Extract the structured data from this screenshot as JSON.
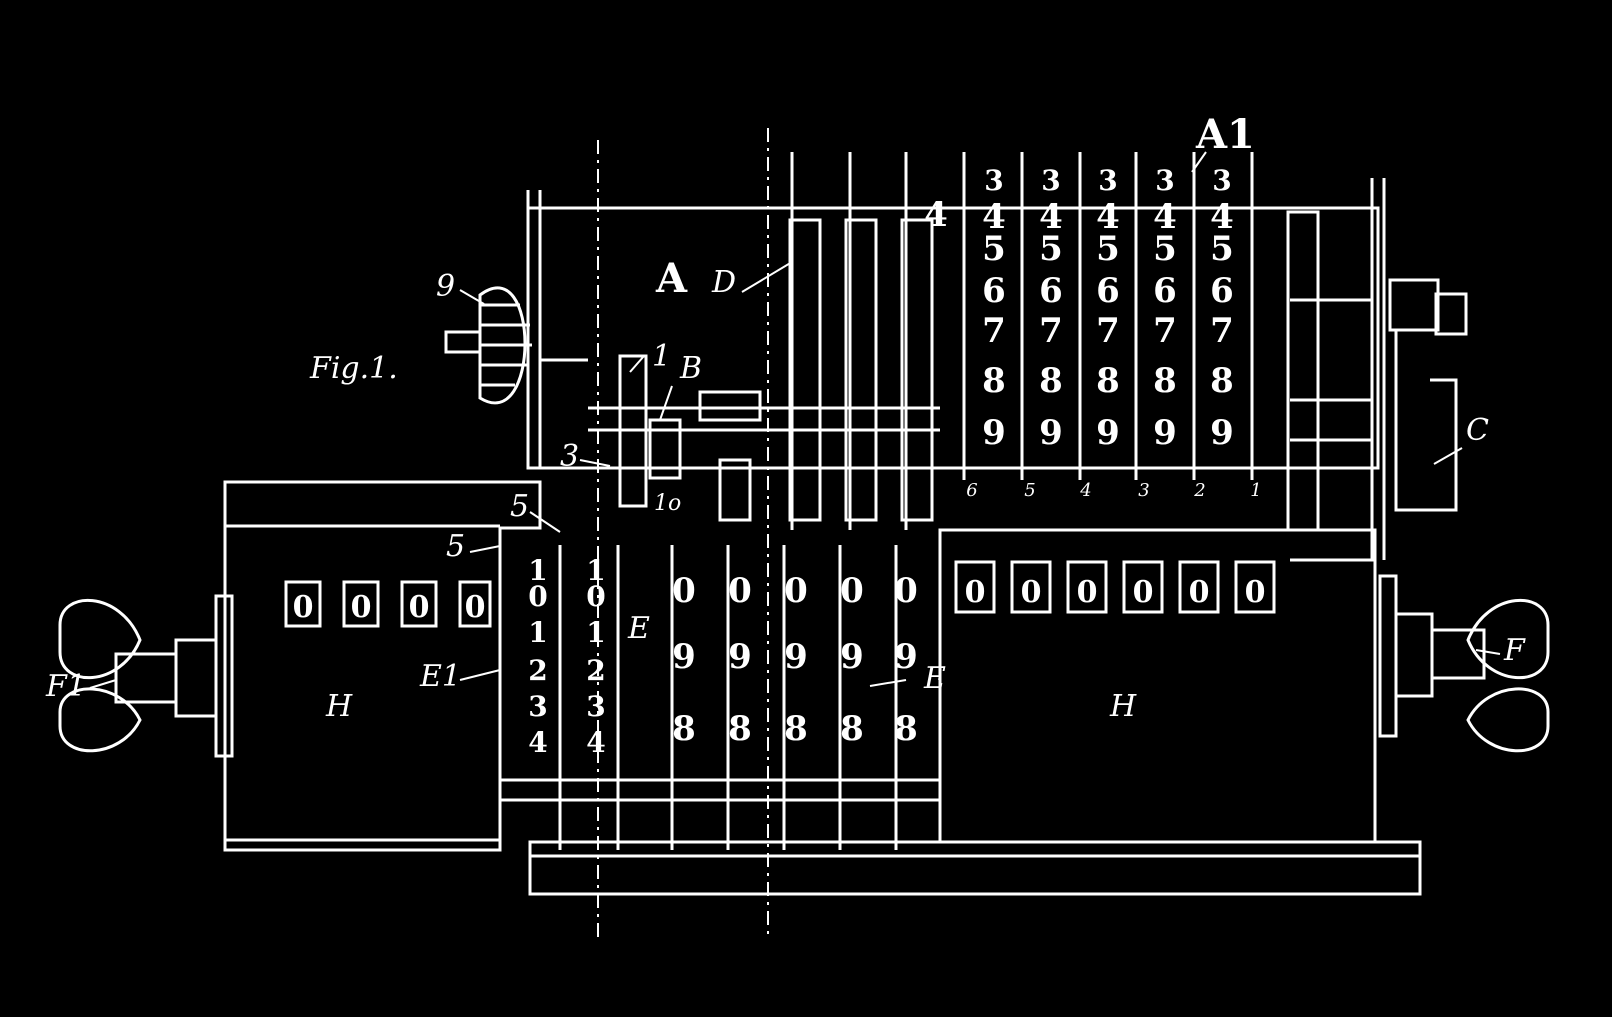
{
  "figure": {
    "label": "Fig.1.",
    "colors": {
      "background": "#000000",
      "ink": "#ffffff"
    }
  },
  "labels": {
    "A": "A",
    "A1": "A1",
    "D": "D",
    "B": "B",
    "C": "C",
    "E": "E",
    "E1": "E1",
    "F": "F",
    "F1": "F1",
    "H_left": "H",
    "H_right": "H",
    "n9": "9",
    "n1": "1",
    "n3": "3",
    "n5": "5",
    "n5b": "5",
    "n1o": "1o"
  },
  "counter_left": [
    "0",
    "0",
    "0",
    "0"
  ],
  "counter_right": [
    "0",
    "0",
    "0",
    "0",
    "0",
    "0"
  ],
  "setting_drums": [
    "3",
    "4",
    "5",
    "6",
    "7",
    "8",
    "9"
  ],
  "drum_positions": [
    "6",
    "5",
    "4",
    "3",
    "2",
    "1"
  ],
  "left_wheel_digits": [
    "1",
    "0",
    "1",
    "2",
    "3",
    "4"
  ],
  "right_wheel_digits": [
    "0",
    "9",
    "8"
  ]
}
